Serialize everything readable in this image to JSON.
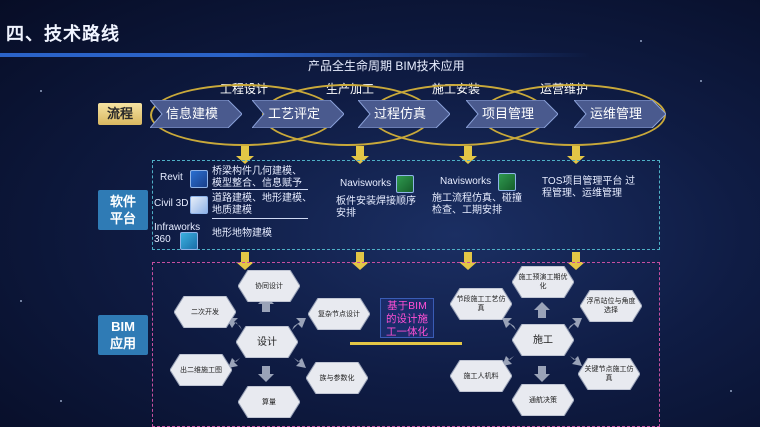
{
  "title": "四、技术路线",
  "top_caption": "产品全生命周期 BIM技术应用",
  "stages": [
    "工程设计",
    "生产加工",
    "施工安装",
    "运营维护"
  ],
  "row_labels": {
    "flow": "流程",
    "software_line1": "软件",
    "software_line2": "平台",
    "bim_line1": "BIM",
    "bim_line2": "应用"
  },
  "flow_steps": [
    "信息建模",
    "工艺评定",
    "过程仿真",
    "项目管理",
    "运维管理"
  ],
  "software": {
    "revit": {
      "name": "Revit",
      "desc_line1": "桥梁构件几何建模、",
      "desc_line2": "模型整合、信息赋予"
    },
    "civil3d": {
      "name": "Civil 3D",
      "desc_line1": "道路建模、地形建模、",
      "desc_line2": "地质建模"
    },
    "infraworks": {
      "name_line1": "Infraworks",
      "name_line2": "360",
      "desc": "地形地物建模"
    },
    "navisworks1": {
      "name": "Navisworks",
      "desc_line1": "板件安装焊接顺序",
      "desc_line2": "安排"
    },
    "navisworks2": {
      "name": "Navisworks",
      "desc_line1": "施工流程仿真、碰撞",
      "desc_line2": "检查、工期安排"
    },
    "tos": {
      "line1": "TOS项目管理平台 过",
      "line2": "程管理、运维管理"
    }
  },
  "design_hexes": {
    "center": "设计",
    "collab": "协同设计",
    "secondary": "二次开发",
    "drawings": "出二维施工图",
    "quantities": "算量",
    "parametric": "族与参数化",
    "complex_node": "复杂节点设计"
  },
  "center_box": {
    "line1": "基于BIM",
    "line2": "的设计施",
    "line3": "工一体化"
  },
  "construction_hexes": {
    "center": "施工",
    "process_sim": "节段施工工艺仿真",
    "warning": "施工预演工期优化",
    "floating": "浮吊站位与角度选择",
    "workforce": "施工人机料",
    "navigation": "通航决策",
    "key_node": "关键节点施工仿真"
  },
  "colors": {
    "ellipse": "#c9a93a",
    "flow_arrow": "#4a5a8e",
    "hex_fill": "#e8eaf0",
    "center_text": "#ff4fd4",
    "accent_line": "#e3c646"
  }
}
